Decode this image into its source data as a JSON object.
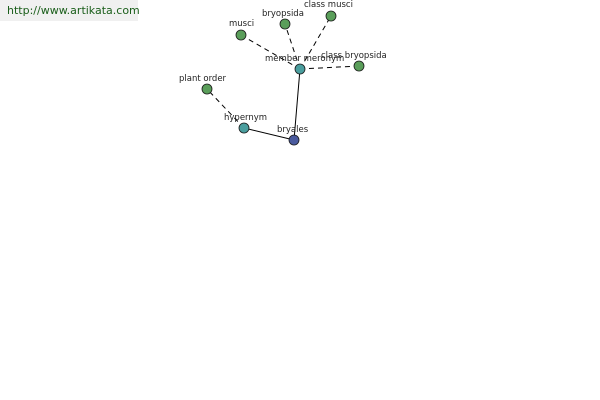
{
  "banner": {
    "url_text": "http://www.artikata.com"
  },
  "colors": {
    "leaf": "#5a9e5a",
    "hub": "#4a9e9e",
    "root": "#4a5a9e"
  },
  "graph": {
    "nodes": [
      {
        "id": "bryales",
        "label": "bryales",
        "kind": "root"
      },
      {
        "id": "hypernym",
        "label": "hypernym",
        "kind": "hub"
      },
      {
        "id": "member-meronym",
        "label": "member meronym",
        "kind": "hub"
      },
      {
        "id": "plant-order",
        "label": "plant order",
        "kind": "leaf"
      },
      {
        "id": "musci",
        "label": "musci",
        "kind": "leaf"
      },
      {
        "id": "bryopsida",
        "label": "bryopsida",
        "kind": "leaf"
      },
      {
        "id": "class-musci",
        "label": "class musci",
        "kind": "leaf"
      },
      {
        "id": "class-bryopsida",
        "label": "class bryopsida",
        "kind": "leaf"
      }
    ],
    "edges": [
      {
        "from": "bryales",
        "to": "hypernym",
        "style": "solid"
      },
      {
        "from": "bryales",
        "to": "member-meronym",
        "style": "solid"
      },
      {
        "from": "hypernym",
        "to": "plant-order",
        "style": "dashed"
      },
      {
        "from": "member-meronym",
        "to": "musci",
        "style": "dashed"
      },
      {
        "from": "member-meronym",
        "to": "bryopsida",
        "style": "dashed"
      },
      {
        "from": "member-meronym",
        "to": "class-musci",
        "style": "dashed"
      },
      {
        "from": "member-meronym",
        "to": "class-bryopsida",
        "style": "dashed"
      }
    ]
  }
}
